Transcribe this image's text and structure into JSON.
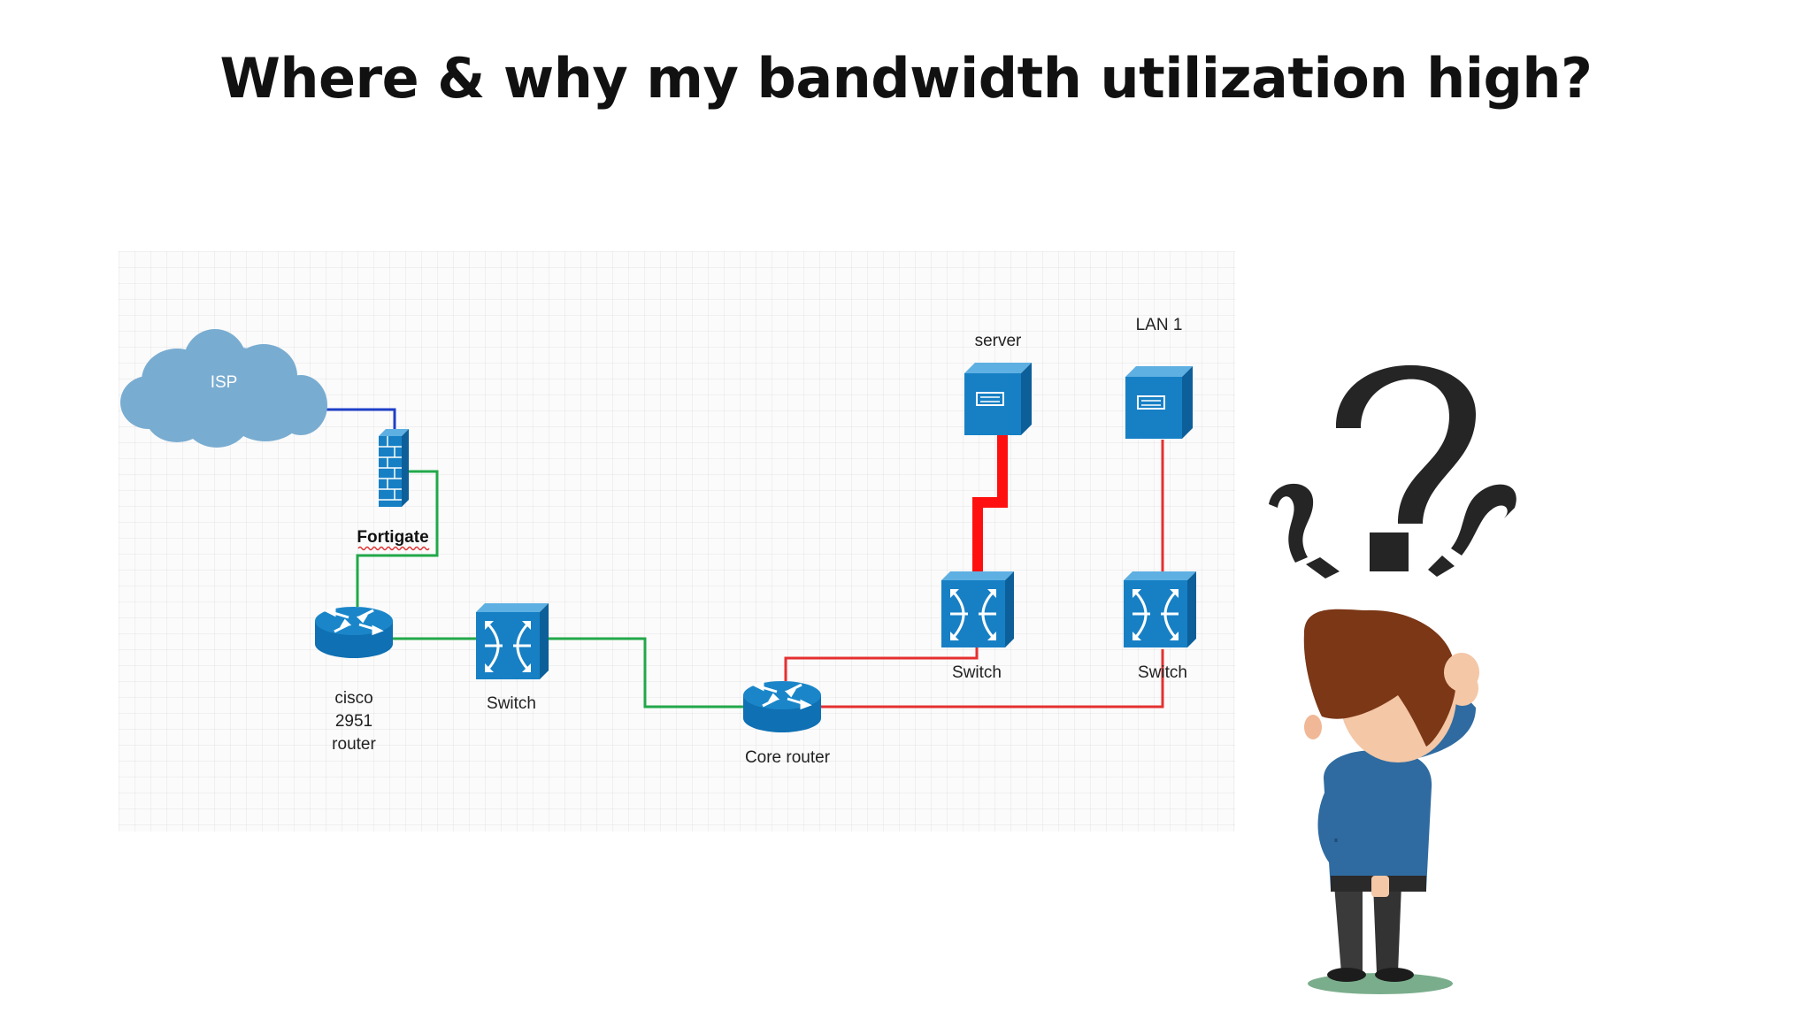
{
  "title": "Where & why my bandwidth utilization high?",
  "nodes": {
    "isp": "ISP",
    "firewall": "Fortigate",
    "edge_router": [
      "cisco",
      "2951",
      "router"
    ],
    "switch_left": "Switch",
    "core_router": "Core router",
    "server": "server",
    "lan": "LAN 1",
    "switch_server": "Switch",
    "switch_lan": "Switch"
  },
  "colors": {
    "device": "#1580c4",
    "device_top": "#62b3e3",
    "cloud": "#79acd1",
    "link_isp": "#1f3fc8",
    "link_green": "#22a84a",
    "link_red": "#e53030",
    "link_high_util": "#ff1010"
  },
  "icons": [
    "cloud-icon",
    "firewall-icon",
    "router-icon",
    "switch-icon",
    "server-icon",
    "question-marks-icon",
    "confused-man-illustration"
  ]
}
